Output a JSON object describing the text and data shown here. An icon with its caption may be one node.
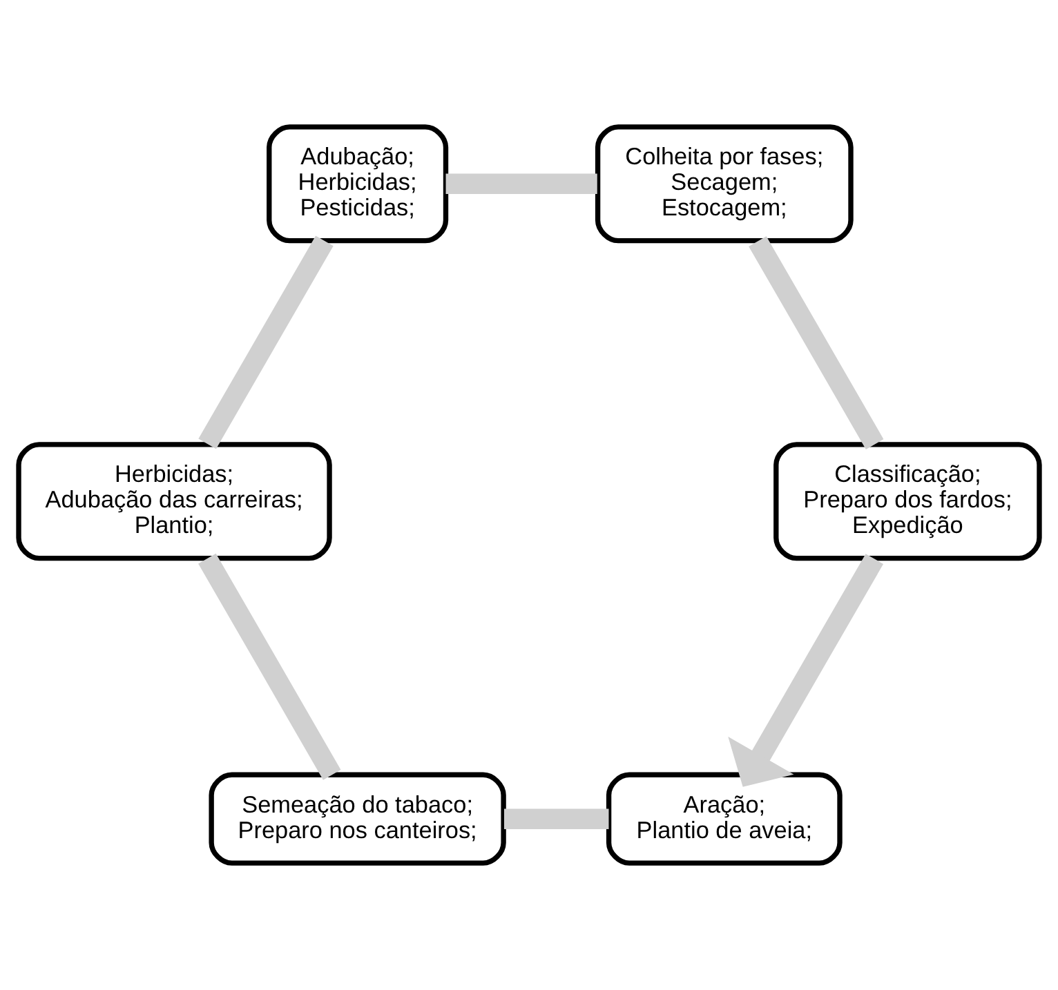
{
  "diagram": {
    "nodes": [
      {
        "text": [
          "Aração;",
          "Plantio de aveia;"
        ]
      },
      {
        "text": [
          "Semeação do tabaco;",
          "Preparo nos canteiros;"
        ]
      },
      {
        "text": [
          "Herbicidas;",
          "Adubação das carreiras;",
          "Plantio;"
        ]
      },
      {
        "text": [
          "Adubação;",
          "Herbicidas;",
          "Pesticidas;"
        ]
      },
      {
        "text": [
          "Colheita por fases;",
          "Secagem;",
          "Estocagem;"
        ]
      },
      {
        "text": [
          "Classificação;",
          "Preparo dos fardos;",
          "Expedição"
        ]
      }
    ],
    "edges": [
      {
        "from": 0,
        "to": 1,
        "arrow": "none"
      },
      {
        "from": 1,
        "to": 2,
        "arrow": "none"
      },
      {
        "from": 2,
        "to": 3,
        "arrow": "none"
      },
      {
        "from": 3,
        "to": 4,
        "arrow": "none"
      },
      {
        "from": 4,
        "to": 5,
        "arrow": "none"
      },
      {
        "from": 5,
        "to": 0,
        "arrow": "to"
      }
    ]
  }
}
